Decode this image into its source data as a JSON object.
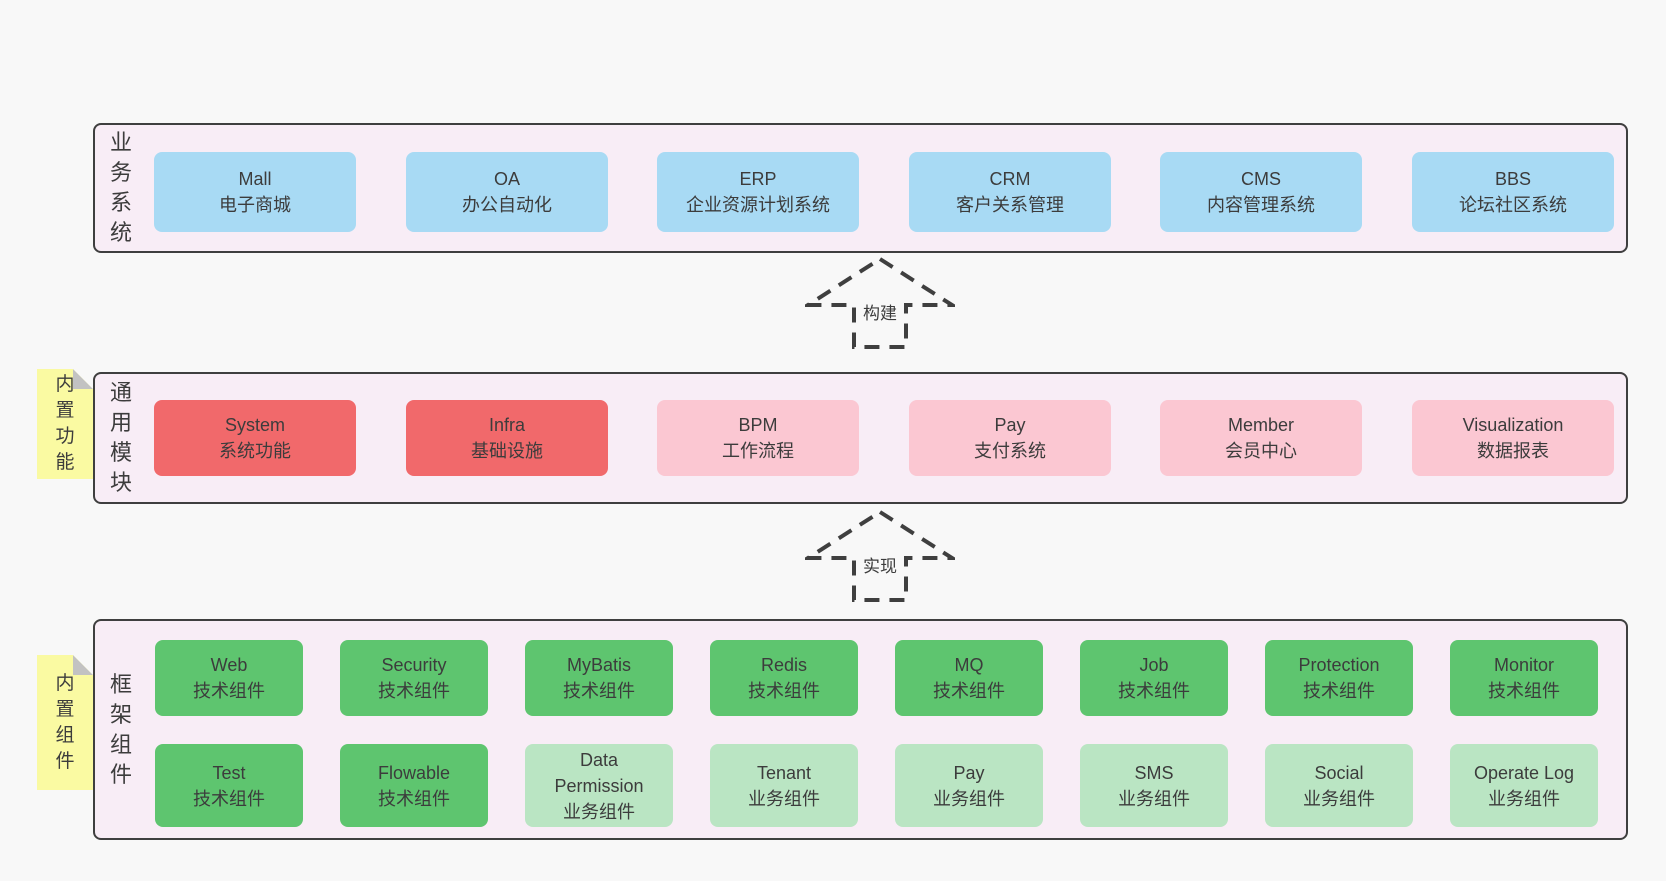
{
  "colors": {
    "page_bg": "#f8f8f8",
    "band_bg": "#f8edf6",
    "band_border": "#3f3f3f",
    "blue_box": "#a8daf4",
    "red_box": "#f1696b",
    "pink_box": "#fbc7d2",
    "green_dark_box": "#5ec56f",
    "green_light_box": "#bae5c3",
    "note_yellow": "#fafaa2",
    "note_fold_gray": "#c2c2c2",
    "text": "#3c3c3c"
  },
  "arrows": {
    "build": "构建",
    "implement": "实现"
  },
  "bands": {
    "business": {
      "label": "业务系统",
      "items": [
        {
          "en": "Mall",
          "zh": "电子商城"
        },
        {
          "en": "OA",
          "zh": "办公自动化"
        },
        {
          "en": "ERP",
          "zh": "企业资源计划系统"
        },
        {
          "en": "CRM",
          "zh": "客户关系管理"
        },
        {
          "en": "CMS",
          "zh": "内容管理系统"
        },
        {
          "en": "BBS",
          "zh": "论坛社区系统"
        }
      ]
    },
    "modules": {
      "label": "通用模块",
      "note": "内置功能",
      "items": [
        {
          "en": "System",
          "zh": "系统功能"
        },
        {
          "en": "Infra",
          "zh": "基础设施"
        },
        {
          "en": "BPM",
          "zh": "工作流程"
        },
        {
          "en": "Pay",
          "zh": "支付系统"
        },
        {
          "en": "Member",
          "zh": "会员中心"
        },
        {
          "en": "Visualization",
          "zh": "数据报表"
        }
      ]
    },
    "components": {
      "label": "框架组件",
      "note": "内置组件",
      "row1": [
        {
          "en": "Web",
          "zh": "技术组件"
        },
        {
          "en": "Security",
          "zh": "技术组件"
        },
        {
          "en": "MyBatis",
          "zh": "技术组件"
        },
        {
          "en": "Redis",
          "zh": "技术组件"
        },
        {
          "en": "MQ",
          "zh": "技术组件"
        },
        {
          "en": "Job",
          "zh": "技术组件"
        },
        {
          "en": "Protection",
          "zh": "技术组件"
        },
        {
          "en": "Monitor",
          "zh": "技术组件"
        }
      ],
      "row2": [
        {
          "en": "Test",
          "zh": "技术组件"
        },
        {
          "en": "Flowable",
          "zh": "技术组件"
        },
        {
          "en": "Data\nPermission",
          "zh": "业务组件"
        },
        {
          "en": "Tenant",
          "zh": "业务组件"
        },
        {
          "en": "Pay",
          "zh": "业务组件"
        },
        {
          "en": "SMS",
          "zh": "业务组件"
        },
        {
          "en": "Social",
          "zh": "业务组件"
        },
        {
          "en": "Operate Log",
          "zh": "业务组件"
        }
      ]
    }
  }
}
